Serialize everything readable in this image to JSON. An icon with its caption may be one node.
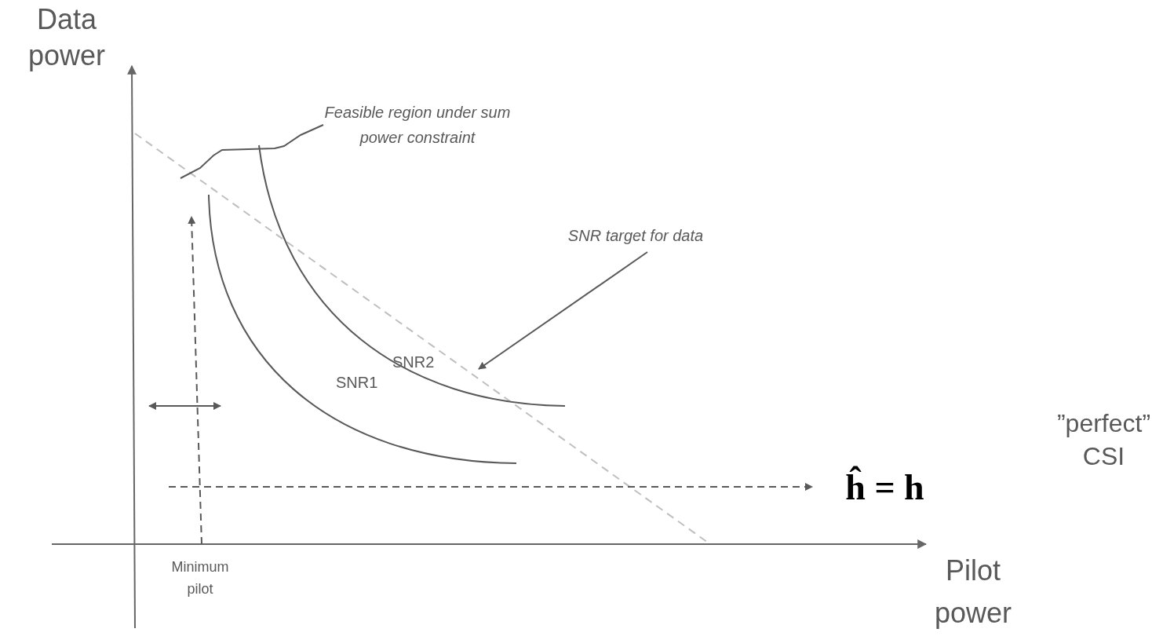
{
  "diagram": {
    "nodes": [
      {
        "text": [
          "ĥ = h"
        ]
      },
      {
        "text": [
          "Feasible region under sum power constraint"
        ]
      },
      {
        "text": [
          "SNR target for data"
        ]
      }
    ],
    "edges": [
      {
        "from": null,
        "to": 0,
        "arrow": "to",
        "style": "dashed"
      },
      {
        "from": 1,
        "to": null,
        "arrow": "none"
      },
      {
        "from": 2,
        "to": null,
        "arrow": "to"
      }
    ],
    "labels": [
      "Data power",
      "SNR2",
      "SNR1",
      "”perfect” CSI",
      "Minimum pilot",
      "Pilot power"
    ]
  }
}
